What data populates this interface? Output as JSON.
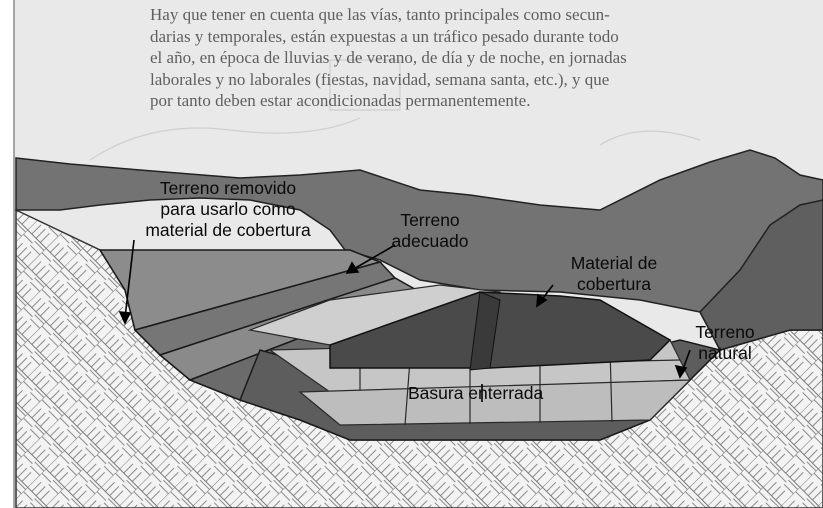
{
  "intro_text": {
    "lines": [
      "Hay que tener en cuenta que las vías, tanto principales como secun-",
      "darias y temporales, están expuestas a un tráfico pesado durante todo",
      "el año, en época de lluvias y de verano, de día y de noche, en jornadas",
      "laborales y no laborales (fiestas, navidad, semana santa, etc.), y que",
      "por tanto deben estar acondicionadas permanentemente."
    ]
  },
  "labels": {
    "removed": [
      "Terreno removido",
      "para usarlo como",
      "material de cobertura"
    ],
    "adecuado": [
      "Terreno",
      "adecuado"
    ],
    "cobertura": [
      "Material de",
      "cobertura"
    ],
    "natural": [
      "Terreno",
      "natural"
    ],
    "basura": "Basura enterrada"
  },
  "colors": {
    "paper": "#e9e9e9",
    "hills": "#6e6e6e",
    "surface": "#8a8a8a",
    "cover_material": "#4a4a4a",
    "waste_blocks": "#c9c9c9",
    "ground_hatch": "#f2f2f2"
  }
}
